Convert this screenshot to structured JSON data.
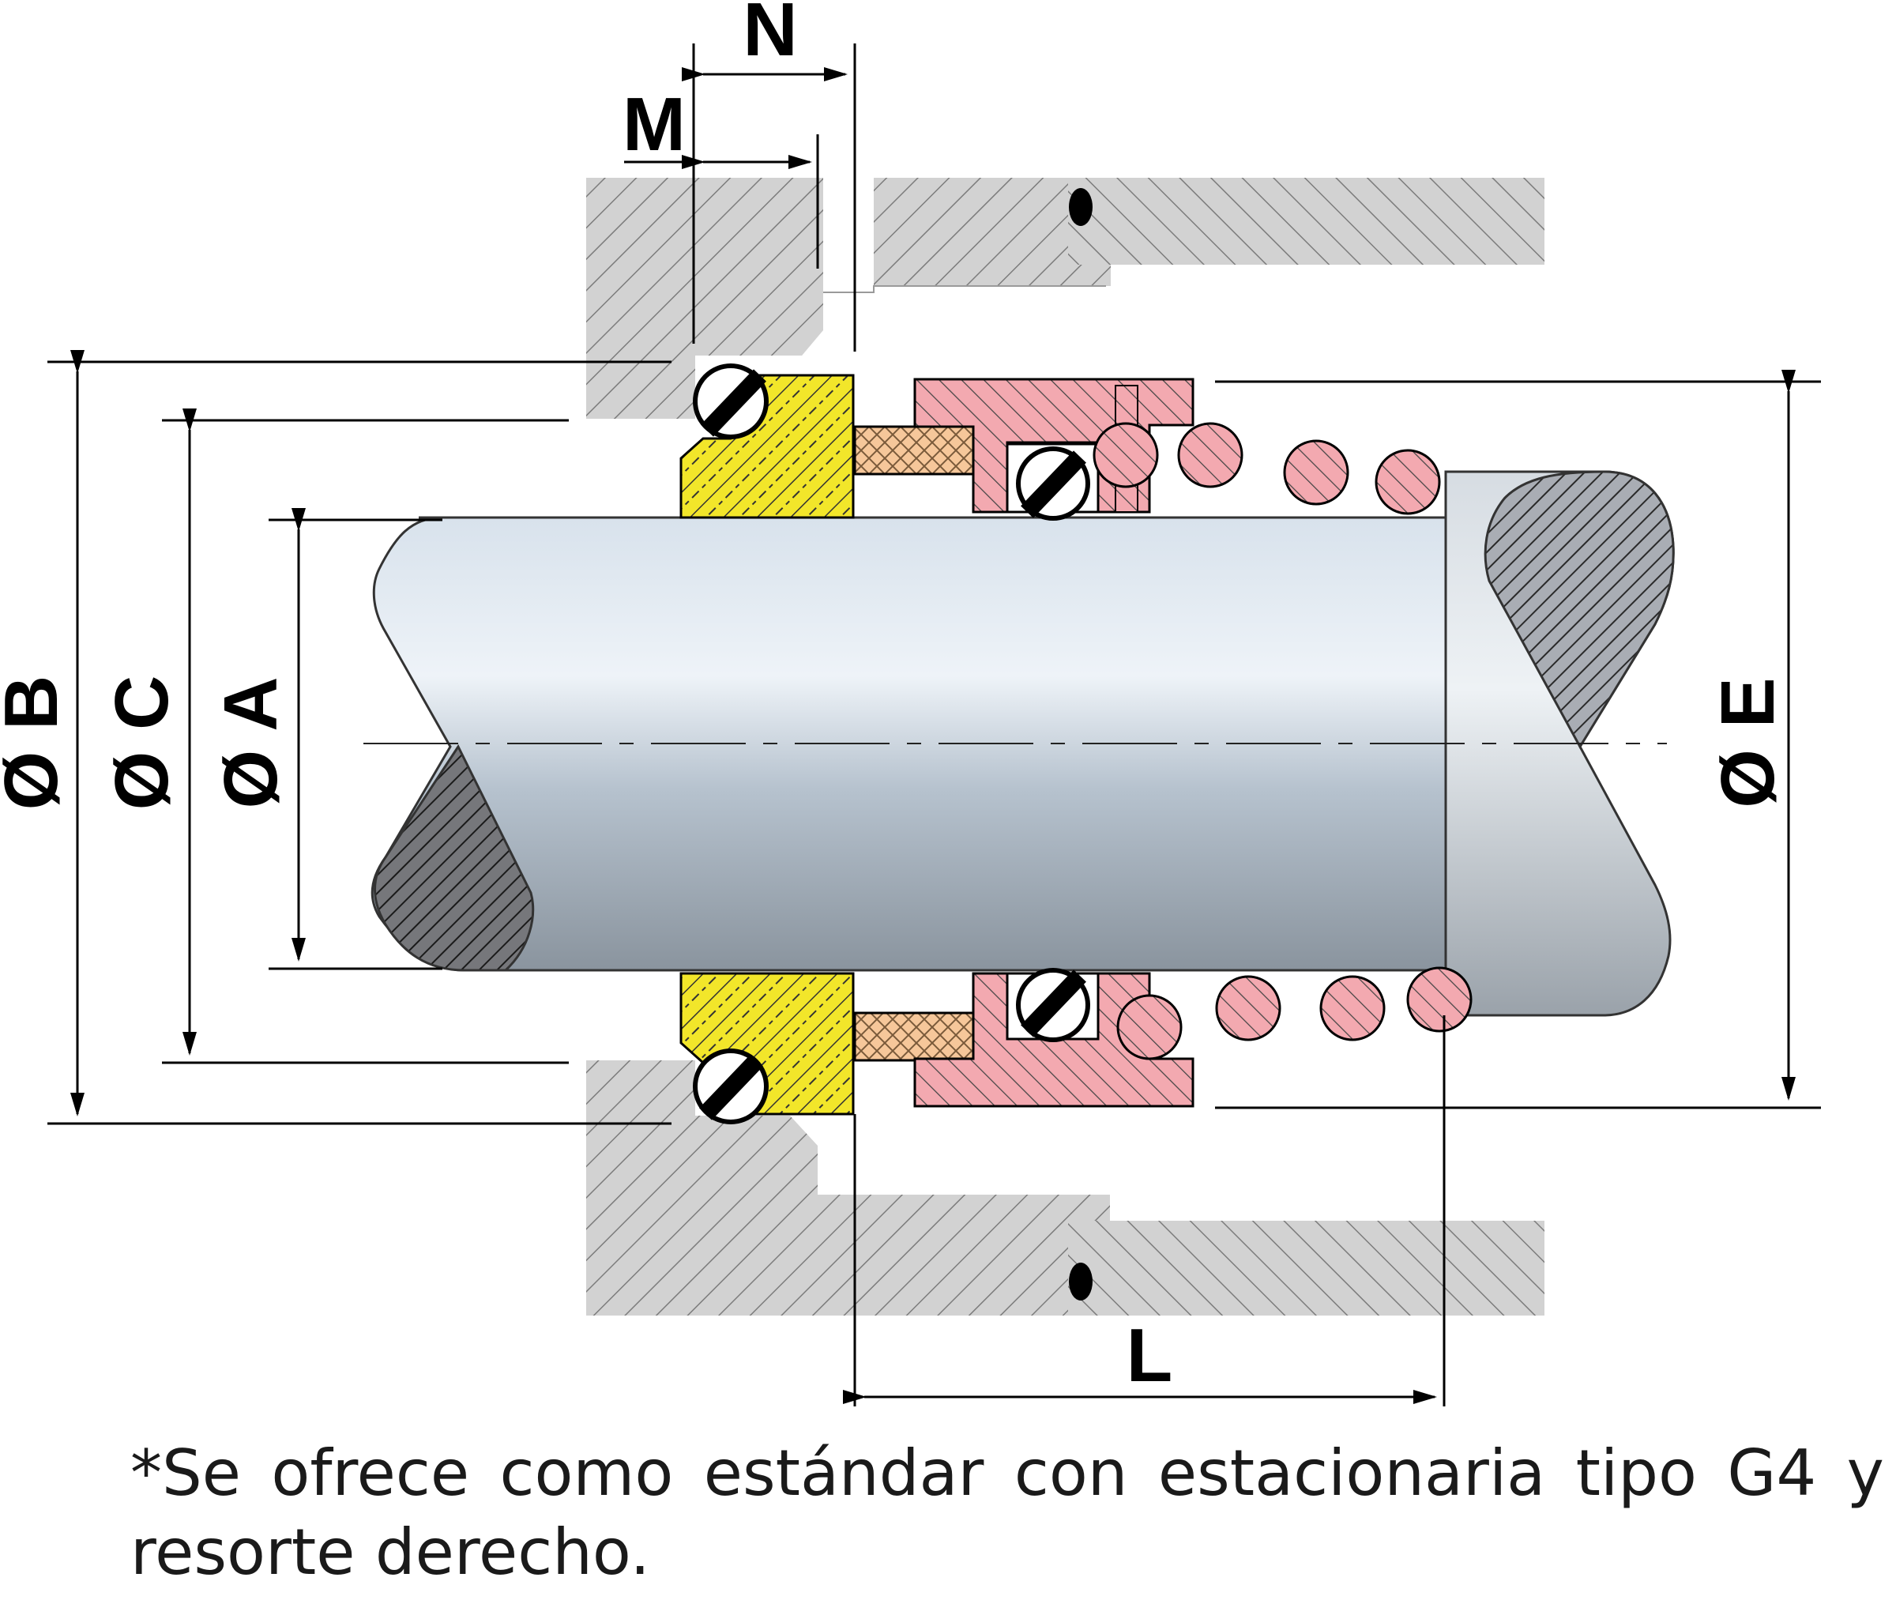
{
  "labels": {
    "n": "N",
    "m": "M",
    "l": "L",
    "b": "Ø B",
    "c": "Ø C",
    "a": "Ø A",
    "e": "Ø E"
  },
  "note": "*Se ofrece como estándar con estacionaria tipo G4 y resorte derecho.",
  "colors": {
    "housing": "#cfcfcf",
    "hatch": "#6e6e6e",
    "seat": "#f2e62a",
    "bellows": "#f3a9b0",
    "spring": "#f3a9b0",
    "drive_band": "#f6c79a",
    "shaft_light": "#e4ecf4",
    "shaft_dark": "#8e9aa6",
    "shaft_section": "#6f6f72",
    "line": "#000000"
  }
}
